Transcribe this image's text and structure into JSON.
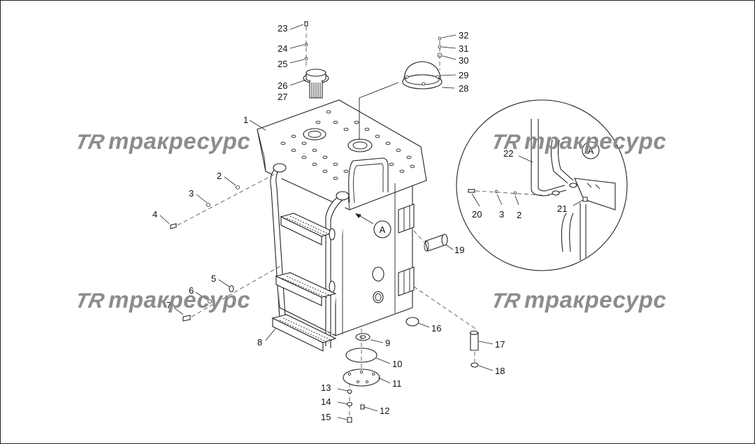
{
  "watermark": {
    "logo": "TR",
    "text": "тракресурс",
    "color": "#8c8c8c"
  },
  "detail_view": {
    "label": "A"
  },
  "pointer_label": "A",
  "callouts": {
    "c1": "1",
    "c2": "2",
    "c3": "3",
    "c4": "4",
    "c5": "5",
    "c6": "6",
    "c7": "7",
    "c8": "8",
    "c9": "9",
    "c10": "10",
    "c11": "11",
    "c12": "12",
    "c13": "13",
    "c14": "14",
    "c15": "15",
    "c16": "16",
    "c17": "17",
    "c18": "18",
    "c19": "19",
    "c20": "20",
    "c21": "21",
    "c22": "22",
    "c23": "23",
    "c24": "24",
    "c25": "25",
    "c26": "26",
    "c27": "27",
    "c28": "28",
    "c29": "29",
    "c30": "30",
    "c31": "31",
    "c32": "32",
    "d2": "2",
    "d3": "3"
  }
}
